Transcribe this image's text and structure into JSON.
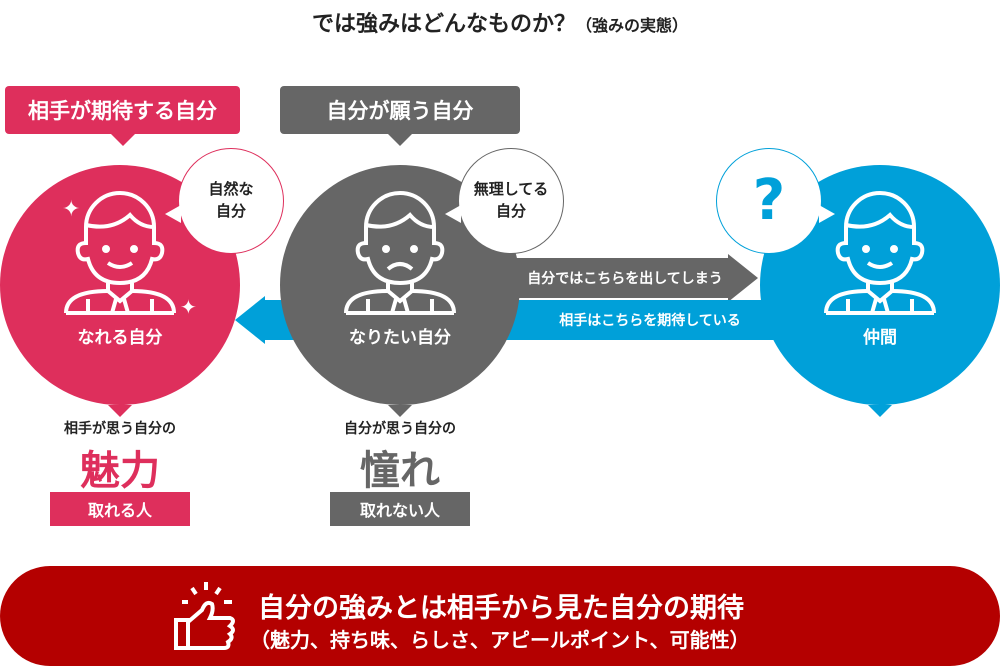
{
  "title": "では強みはどんなものか？",
  "title_sub": "（強みの実態）",
  "colors": {
    "pink": "#de2f5c",
    "gray": "#666666",
    "blue": "#00a0d9",
    "banner": "#b40000"
  },
  "left": {
    "tag": "相手が期待する自分",
    "bubble_line1": "自然な",
    "bubble_line2": "自分",
    "circle_label": "なれる自分",
    "caption": "相手が思う自分の",
    "big": "魅力",
    "pill": "取れる人"
  },
  "center": {
    "tag": "自分が願う自分",
    "bubble_line1": "無理してる",
    "bubble_line2": "自分",
    "circle_label": "なりたい自分",
    "caption": "自分が思う自分の",
    "big": "憧れ",
    "pill": "取れない人"
  },
  "right": {
    "bubble": "?",
    "circle_label": "仲間"
  },
  "arrows": {
    "right": "自分ではこちらを出してしまう",
    "left": "相手はこちらを期待している"
  },
  "banner": {
    "main": "自分の強みとは相手から見た自分の期待",
    "sub": "（魅力、持ち味、らしさ、アピールポイント、可能性）"
  }
}
